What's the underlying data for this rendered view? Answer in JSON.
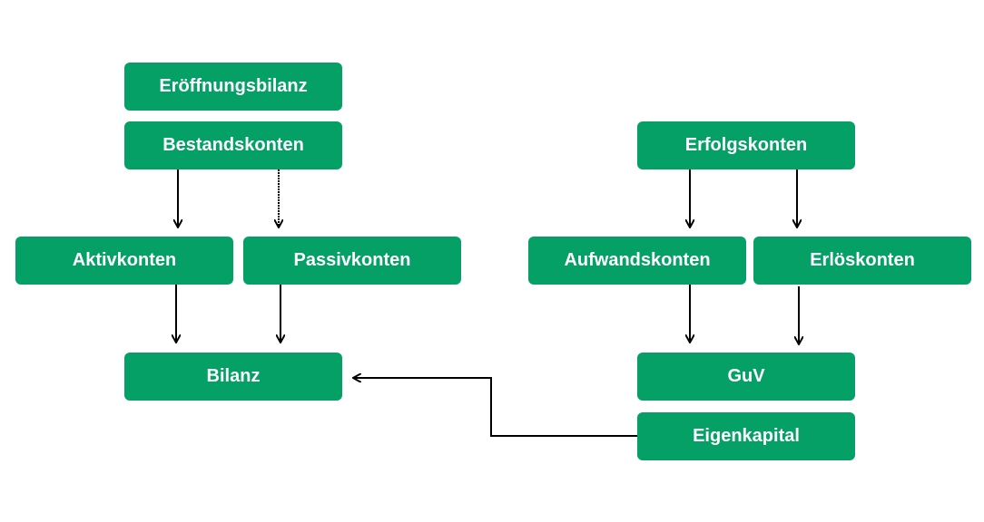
{
  "theme": {
    "box_color": "#04a066",
    "text_color": "#ffffff",
    "arrow_color": "#000000"
  },
  "nodes": {
    "eroeffnungsbilanz": "Eröffnungsbilanz",
    "bestandskonten": "Bestandskonten",
    "aktivkonten": "Aktivkonten",
    "passivkonten": "Passivkonten",
    "bilanz": "Bilanz",
    "erfolgskonten": "Erfolgskonten",
    "aufwandskonten": "Aufwandskonten",
    "erloeskonten": "Erlöskonten",
    "guv": "GuV",
    "eigenkapital": "Eigenkapital"
  }
}
